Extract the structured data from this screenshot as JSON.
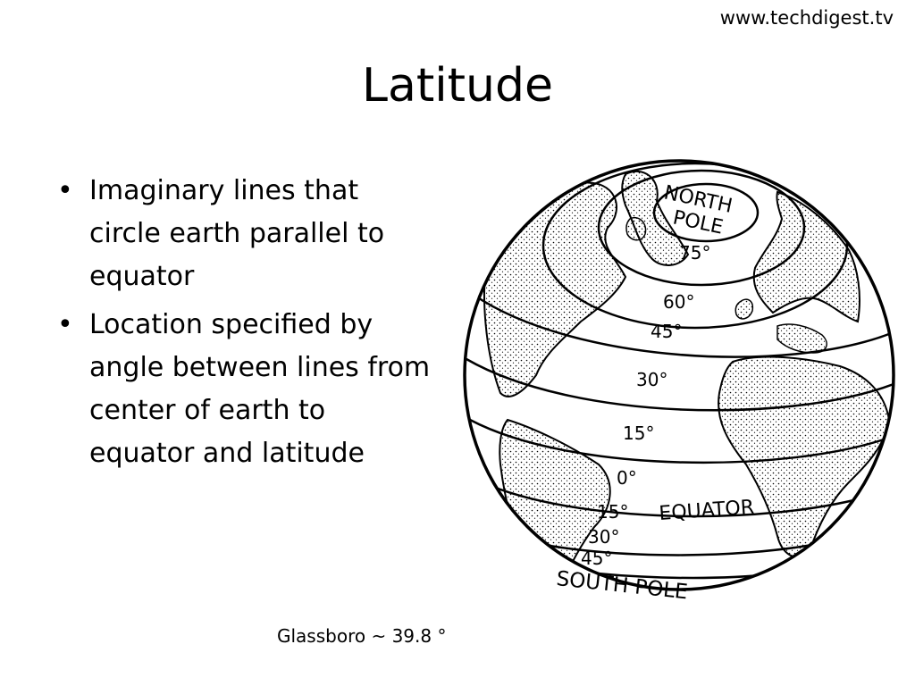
{
  "header": {
    "source_url": "www.techdigest.tv",
    "title": "Latitude"
  },
  "bullets": [
    {
      "text": "Imaginary lines that circle earth parallel to equator"
    },
    {
      "text": "Location specified by angle between lines from center of earth to equator and latitude"
    }
  ],
  "diagram": {
    "north_pole_line1": "NORTH",
    "north_pole_line2": "POLE",
    "latitudes": {
      "lat75": "75°",
      "lat60": "60°",
      "lat45n": "45°",
      "lat30n": "30°",
      "lat15n": "15°",
      "lat0": "0°",
      "lat15s": "15°",
      "lat30s": "30°",
      "lat45s": "45°"
    },
    "equator_label": "EQUATOR",
    "south_pole_label": "SOUTH POLE"
  },
  "caption": "Glassboro ~ 39.8 °"
}
